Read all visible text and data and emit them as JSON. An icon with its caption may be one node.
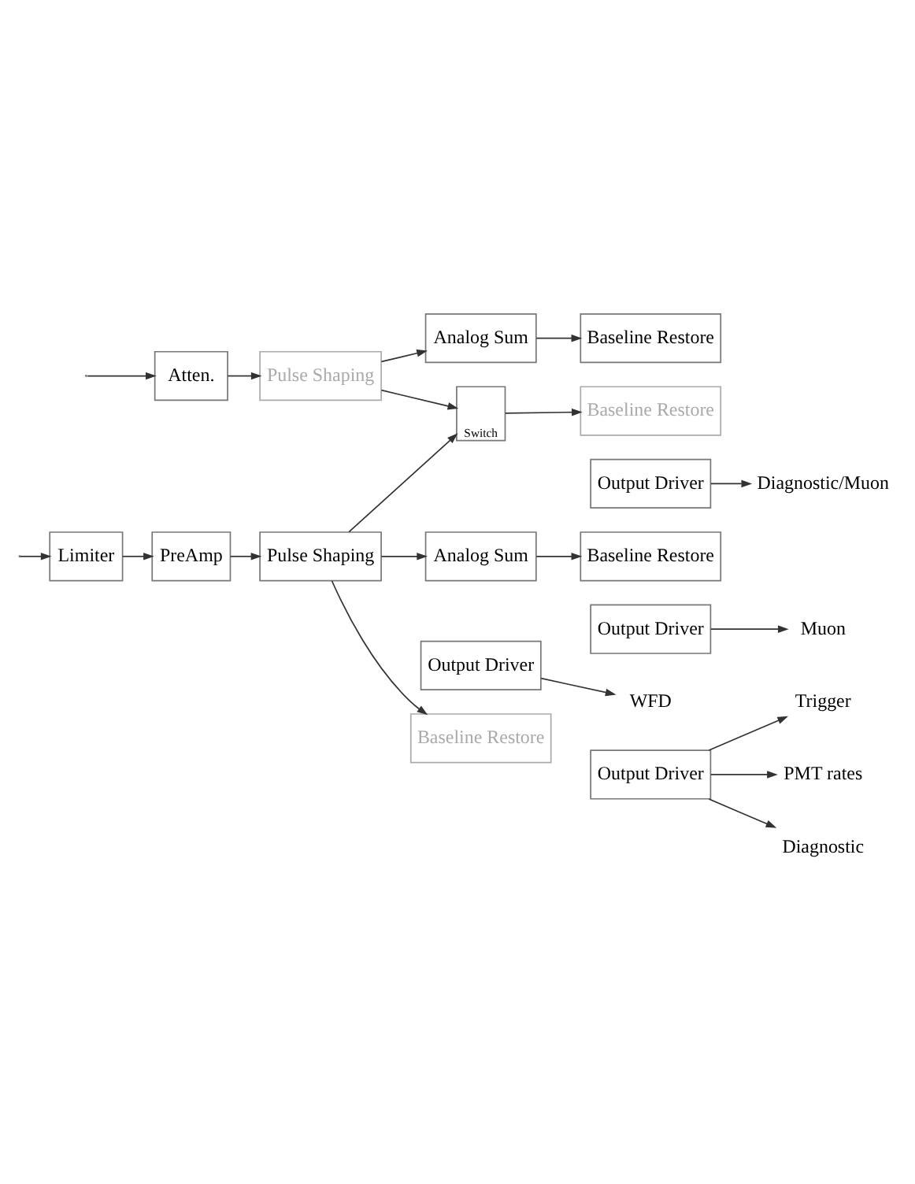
{
  "diagram": {
    "nodes": [
      {
        "text": [
          "Limiter"
        ]
      },
      {
        "text": [
          "PreAmp"
        ]
      },
      {
        "text": [
          "Pulse Shaping"
        ]
      },
      {
        "text": [
          "Baseline Restore"
        ]
      },
      {
        "text": [
          "Output Driver"
        ]
      },
      {
        "text": [
          "WFD"
        ]
      },
      {
        "text": [
          "Analog Sum"
        ]
      },
      {
        "text": [
          "Baseline Restore"
        ]
      },
      {
        "text": [
          "Output Driver"
        ]
      },
      {
        "text": [
          "Trigger"
        ]
      },
      {
        "text": [
          "PMT rates"
        ]
      },
      {
        "text": [
          "Diagnostic"
        ]
      },
      {
        "text": [
          "Switch"
        ]
      },
      {
        "text": [
          "Baseline Restore"
        ]
      },
      {
        "text": [
          "Output Driver"
        ]
      },
      {
        "text": [
          "Diagnostic/Muon"
        ]
      },
      {
        "text": [
          "Atten."
        ]
      },
      {
        "text": [
          "Pulse Shaping"
        ]
      },
      {
        "text": [
          "Analog Sum"
        ]
      },
      {
        "text": [
          "Baseline Restore"
        ]
      },
      {
        "text": [
          "Output Driver"
        ]
      },
      {
        "text": [
          "Muon"
        ]
      }
    ],
    "edges": [
      {
        "from": null,
        "to": 0,
        "arrow": "to"
      },
      {
        "from": null,
        "to": 16,
        "arrow": "to"
      },
      {
        "from": 0,
        "to": 1,
        "arrow": "to"
      },
      {
        "from": 1,
        "to": 2,
        "arrow": "to"
      },
      {
        "from": 2,
        "to": 3,
        "arrow": "to"
      },
      {
        "from": 4,
        "to": 5,
        "arrow": "to"
      },
      {
        "from": 2,
        "to": 6,
        "arrow": "to"
      },
      {
        "from": 6,
        "to": 7,
        "arrow": "to"
      },
      {
        "from": 8,
        "to": 9,
        "arrow": "to"
      },
      {
        "from": 8,
        "to": 10,
        "arrow": "to"
      },
      {
        "from": 8,
        "to": 11,
        "arrow": "to"
      },
      {
        "from": 2,
        "to": 12,
        "arrow": "to"
      },
      {
        "from": 17,
        "to": 12,
        "arrow": "to"
      },
      {
        "from": 12,
        "to": 13,
        "arrow": "to"
      },
      {
        "from": 14,
        "to": 15,
        "arrow": "to"
      },
      {
        "from": 16,
        "to": 17,
        "arrow": "to"
      },
      {
        "from": 17,
        "to": 18,
        "arrow": "to"
      },
      {
        "from": 18,
        "to": 19,
        "arrow": "to"
      },
      {
        "from": 20,
        "to": 21,
        "arrow": "to"
      }
    ]
  }
}
